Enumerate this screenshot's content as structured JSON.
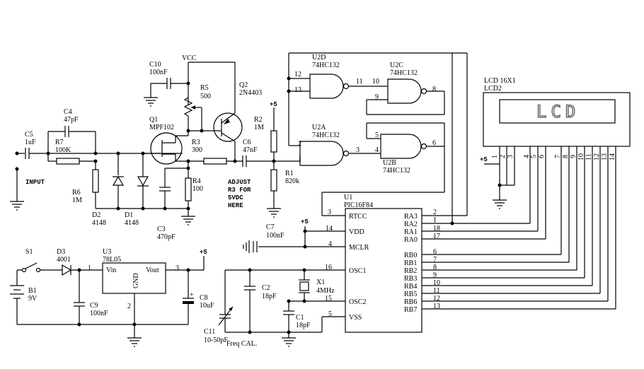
{
  "components": {
    "C5": {
      "ref": "C5",
      "value": "1uF"
    },
    "C4": {
      "ref": "C4",
      "value": "47pF"
    },
    "R7": {
      "ref": "R7",
      "value": "100K"
    },
    "R6": {
      "ref": "R6",
      "value": "1M"
    },
    "D2": {
      "ref": "D2",
      "value": "4148"
    },
    "D1": {
      "ref": "D1",
      "value": "4148"
    },
    "C10": {
      "ref": "C10",
      "value": "100nF"
    },
    "VCC": "VCC",
    "R5": {
      "ref": "R5",
      "value": "500"
    },
    "Q1": {
      "ref": "Q1",
      "value": "MPF102"
    },
    "Q2": {
      "ref": "Q2",
      "value": "2N4403"
    },
    "R3": {
      "ref": "R3",
      "value": "300"
    },
    "R4": {
      "ref": "R4",
      "value": "100"
    },
    "C3": {
      "ref": "C3",
      "value": "470pF"
    },
    "R2": {
      "ref": "R2",
      "value": "1M"
    },
    "C6": {
      "ref": "C6",
      "value": "47nF"
    },
    "R1": {
      "ref": "R1",
      "value": "820k"
    },
    "U2D": {
      "ref": "U2D",
      "value": "74HC132"
    },
    "U2C": {
      "ref": "U2C",
      "value": "74HC132"
    },
    "U2A": {
      "ref": "U2A",
      "value": "74HC132"
    },
    "U2B": {
      "ref": "U2B",
      "value": "74HC132"
    },
    "LCD": {
      "ref": "LCD 16X1",
      "value": "LCD2",
      "screen_text": "LCD"
    },
    "U1": {
      "ref": "U1",
      "value": "PIC16F84"
    },
    "C7": {
      "ref": "C7",
      "value": "100nF"
    },
    "C2": {
      "ref": "C2",
      "value": "18pF"
    },
    "C1": {
      "ref": "C1",
      "value": "18pF"
    },
    "X1": {
      "ref": "X1",
      "value": "4MHz"
    },
    "C11": {
      "ref": "C11",
      "value": "10-50pF"
    },
    "S1": {
      "ref": "S1"
    },
    "D3": {
      "ref": "D3",
      "value": "4001"
    },
    "U3": {
      "ref": "U3",
      "value": "78L05",
      "pin_in": "Vin",
      "pin_out": "Vout",
      "pin_gnd": "GND"
    },
    "B1": {
      "ref": "B1",
      "value": "9V"
    },
    "C9": {
      "ref": "C9",
      "value": "100nF"
    },
    "C8": {
      "ref": "C8",
      "value": "10uF"
    }
  },
  "notes": {
    "input": "INPUT",
    "adjust": [
      "ADJUST",
      "R3 FOR",
      "5VDC",
      "HERE"
    ],
    "freq_cal": "Freq CAL.",
    "plus5": "+5"
  },
  "u1_pins_left": [
    {
      "name": "RTCC",
      "num": "3"
    },
    {
      "name": "VDD",
      "num": "14"
    },
    {
      "name": "MCLR",
      "num": "4"
    },
    {
      "name": "OSC1",
      "num": "16"
    },
    {
      "name": "OSC2",
      "num": "15"
    },
    {
      "name": "VSS",
      "num": "5"
    }
  ],
  "u1_pins_right": [
    {
      "name": "RA3",
      "num": "2"
    },
    {
      "name": "RA2",
      "num": "1"
    },
    {
      "name": "RA1",
      "num": "18"
    },
    {
      "name": "RA0",
      "num": "17"
    },
    {
      "name": "RB0",
      "num": "6"
    },
    {
      "name": "RB1",
      "num": "7"
    },
    {
      "name": "RB2",
      "num": "8"
    },
    {
      "name": "RB3",
      "num": "9"
    },
    {
      "name": "RB4",
      "num": "10"
    },
    {
      "name": "RB5",
      "num": "11"
    },
    {
      "name": "RB6",
      "num": "12"
    },
    {
      "name": "RB7",
      "num": "13"
    }
  ],
  "lcd_pins": [
    "1",
    "2",
    "3",
    "4",
    "5",
    "6",
    "7",
    "8",
    "9",
    "10",
    "11",
    "12",
    "13",
    "14"
  ],
  "gate_pins": {
    "u2d_in1": "12",
    "u2d_in2": "13",
    "u2d_out": "11",
    "u2c_in1": "10",
    "u2c_in2": "9",
    "u2c_out": "8",
    "u2a_in1": "2",
    "u2a_in2": "1",
    "u2a_out": "3",
    "u2b_in1": "4",
    "u2b_in2": "5",
    "u2b_out": "6"
  },
  "u3_pins": {
    "in": "1",
    "out": "3",
    "gnd": "2"
  }
}
